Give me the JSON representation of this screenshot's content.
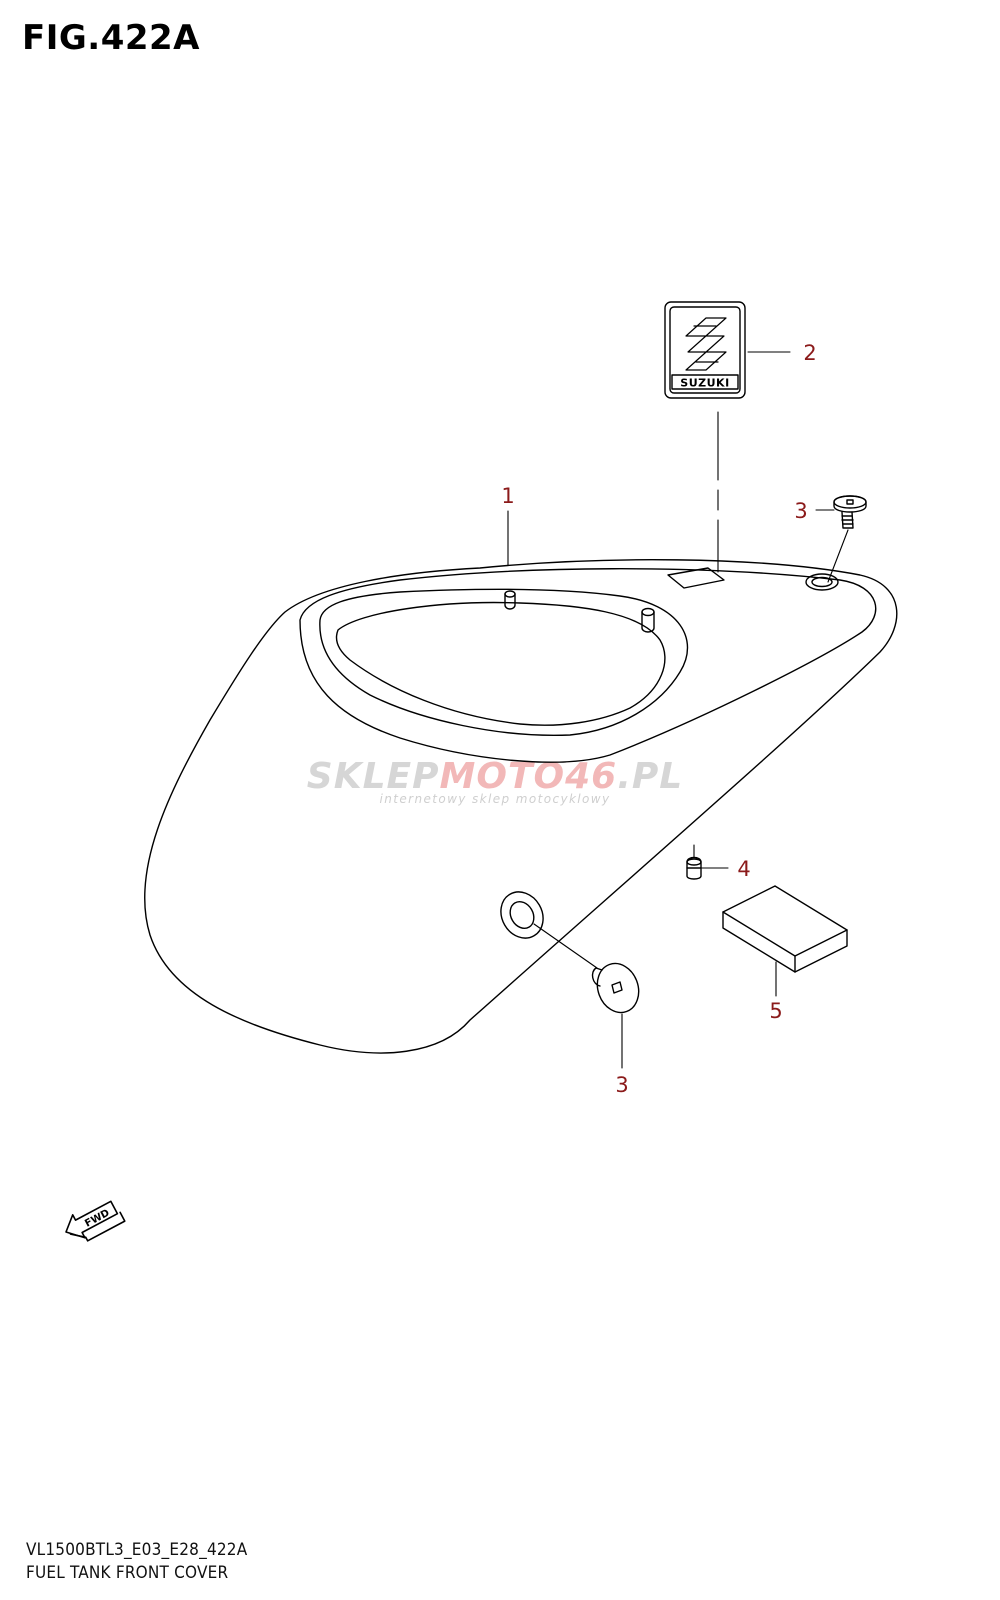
{
  "title": "FIG.422A",
  "footer": {
    "model_code": "VL1500BTL3_E03_E28_422A",
    "caption": "FUEL TANK FRONT COVER"
  },
  "callouts": {
    "c1": "1",
    "c2": "2",
    "c3_top": "3",
    "c3_bottom": "3",
    "c4": "4",
    "c5": "5"
  },
  "emblem": {
    "text": "SUZUKI"
  },
  "fwd_arrow": {
    "text": "FWD"
  },
  "watermark": {
    "main_a": "SKLEP",
    "main_b": "MOTO",
    "main_c": "46",
    "main_d": ".PL",
    "sub": "internetowy sklep motocyklowy"
  },
  "colors": {
    "callout": "#8b1a1a",
    "line": "#000000",
    "watermark_accent": "#f2b8b8"
  },
  "icons": [
    "suzuki-emblem-icon",
    "screw-icon",
    "fwd-arrow-icon"
  ]
}
